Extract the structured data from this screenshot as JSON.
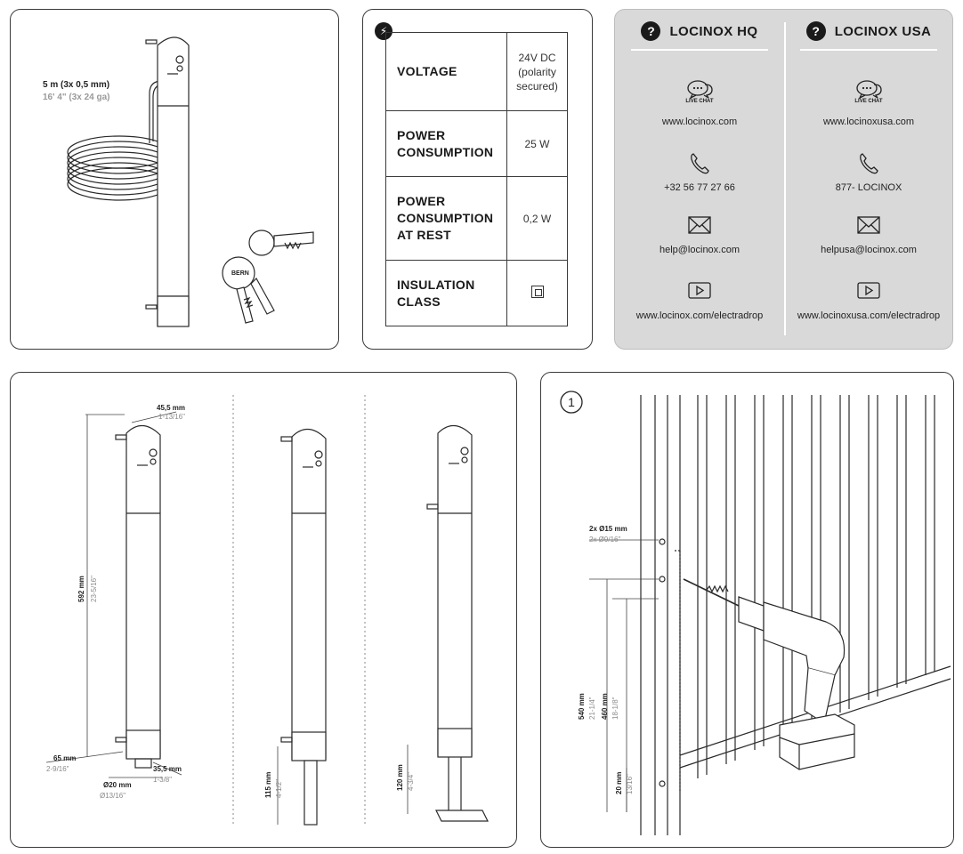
{
  "cable": {
    "metric": "5 m (3x 0,5 mm)",
    "imperial": "16' 4\" (3x 24 ga)"
  },
  "specs": {
    "icon": "lightning-bolt-icon",
    "rows": [
      {
        "label": "VOLTAGE",
        "value": "24V DC (polarity secured)"
      },
      {
        "label": "POWER CONSUMPTION",
        "value": "25 W"
      },
      {
        "label": "POWER CONSUMPTION AT REST",
        "value": "0,2 W"
      },
      {
        "label": "INSULATION CLASS",
        "value": ""
      }
    ]
  },
  "contacts": {
    "hq": {
      "title": "LOCINOX HQ",
      "chat_label": "LIVE CHAT",
      "website": "www.locinox.com",
      "phone": "+32 56 77 27 66",
      "email": "help@locinox.com",
      "video": "www.locinox.com/electradrop"
    },
    "usa": {
      "title": "LOCINOX USA",
      "chat_label": "LIVE CHAT",
      "website": "www.locinoxusa.com",
      "phone": "877- LOCINOX",
      "email": "helpusa@locinox.com",
      "video": "www.locinoxusa.com/electradrop"
    }
  },
  "dimensions": {
    "top_width": "45,5 mm",
    "top_width_in": "1-13/16\"",
    "height": "592 mm",
    "height_in": "23-5/16\"",
    "base_depth": "65 mm",
    "base_depth_in": "2-9/16\"",
    "base_width": "35,5 mm",
    "base_width_in": "1-3/8\"",
    "pin_diameter": "Ø20 mm",
    "pin_diameter_in": "Ø13/16\"",
    "drop_depth": "115 mm",
    "drop_depth_in": "4-1/2\"",
    "drop_depth_ground": "120 mm",
    "drop_depth_ground_in": "4-3/4\""
  },
  "install": {
    "step": "1",
    "holes": "2x Ø15 mm",
    "holes_in": "2x Ø9/16\"",
    "d540": "540 mm",
    "d540_in": "21-1/4\"",
    "d460": "460 mm",
    "d460_in": "18-1/8\"",
    "d20": "20 mm",
    "d20_in": "13/16\""
  }
}
